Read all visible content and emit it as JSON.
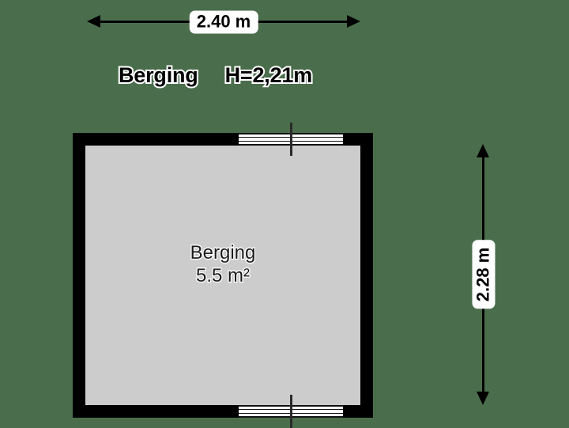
{
  "plan": {
    "background_color": "#4a6e4c",
    "wall_color": "#000000",
    "floor_color": "#cccccc",
    "title": {
      "room_name": "Berging",
      "height_label": "H=2,21m"
    },
    "room_label": {
      "name": "Berging",
      "area": "5.5 m²"
    },
    "dimensions": {
      "width_label": "2.40 m",
      "height_label": "2.28 m"
    },
    "openings": [
      {
        "name": "window-top",
        "type": "window",
        "position": "top-wall"
      },
      {
        "name": "window-bottom",
        "type": "window",
        "position": "bottom-wall"
      }
    ]
  }
}
